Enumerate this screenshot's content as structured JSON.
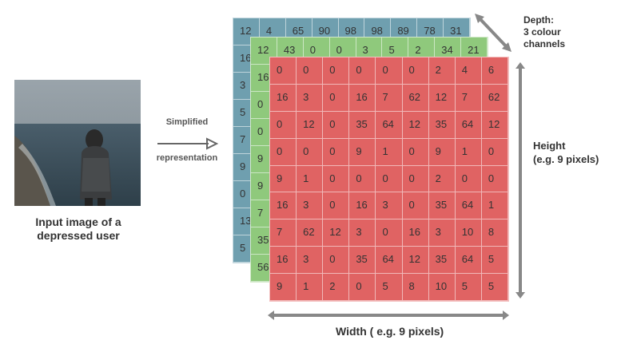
{
  "caption_line1": "Input image of a",
  "caption_line2": "depressed user",
  "arrow_label_top": "Simplified",
  "arrow_label_bottom": "representation",
  "depth_label_1": "Depth:",
  "depth_label_2": "3 colour",
  "depth_label_3": "channels",
  "height_label_1": "Height",
  "height_label_2": "(e.g. 9 pixels)",
  "width_label": "Width ( e.g. 9 pixels)",
  "colors": {
    "blue": "#6f9faf",
    "green": "#8fc97c",
    "red": "#e06363",
    "arrow": "#888888"
  },
  "blue_grid_top_row": [
    "12",
    "4",
    "65",
    "90",
    "98",
    "98",
    "89",
    "78",
    "31"
  ],
  "blue_grid_first_col": [
    "12",
    "16",
    "3",
    "5",
    "7",
    "9",
    "0",
    "13",
    "5"
  ],
  "green_grid_top_row": [
    "12",
    "43",
    "0",
    "0",
    "3",
    "5",
    "2",
    "34",
    "21"
  ],
  "green_grid_first_col": [
    "12",
    "16",
    "0",
    "0",
    "9",
    "9",
    "7",
    "35",
    "56"
  ],
  "red_grid": [
    [
      "0",
      "0",
      "0",
      "0",
      "0",
      "0",
      "2",
      "4",
      "6"
    ],
    [
      "16",
      "3",
      "0",
      "16",
      "7",
      "62",
      "12",
      "7",
      "62"
    ],
    [
      "0",
      "12",
      "0",
      "35",
      "64",
      "12",
      "35",
      "64",
      "12"
    ],
    [
      "0",
      "0",
      "0",
      "9",
      "1",
      "0",
      "9",
      "1",
      "0"
    ],
    [
      "9",
      "1",
      "0",
      "0",
      "0",
      "0",
      "2",
      "0",
      "0"
    ],
    [
      "16",
      "3",
      "0",
      "16",
      "3",
      "0",
      "35",
      "64",
      "1"
    ],
    [
      "7",
      "62",
      "12",
      "3",
      "0",
      "16",
      "3",
      "10",
      "8"
    ],
    [
      "16",
      "3",
      "0",
      "35",
      "64",
      "12",
      "35",
      "64",
      "5"
    ],
    [
      "9",
      "1",
      "2",
      "0",
      "5",
      "8",
      "10",
      "5",
      "5"
    ]
  ]
}
